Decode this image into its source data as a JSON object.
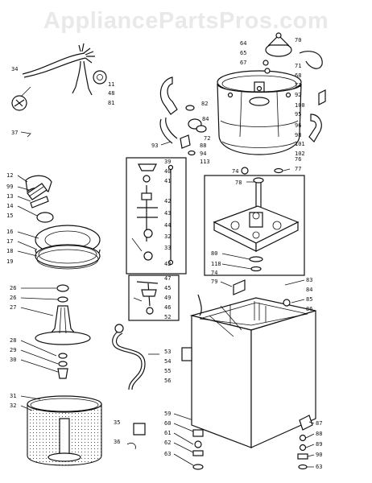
{
  "watermark": "AppliancePartsPros.com",
  "callouts": {
    "top_left": [
      "34",
      "37",
      "11",
      "48",
      "81"
    ],
    "left_column": [
      "12",
      "99",
      "13",
      "14",
      "15",
      "16",
      "17",
      "18",
      "19"
    ],
    "agitator": [
      "26",
      "26",
      "27",
      "28",
      "29",
      "30"
    ],
    "basket": [
      "31",
      "32"
    ],
    "center_panel": [
      "39",
      "40",
      "41",
      "42",
      "43",
      "44",
      "32",
      "33",
      "42",
      "47",
      "45",
      "49",
      "46",
      "52"
    ],
    "hose": [
      "53",
      "54",
      "55",
      "56"
    ],
    "lower_center": [
      "35",
      "36",
      "59",
      "60",
      "61",
      "62",
      "63"
    ],
    "tub_top": [
      "64",
      "65",
      "70",
      "67",
      "68",
      "71",
      "73",
      "92",
      "100",
      "95",
      "96",
      "98",
      "101",
      "102"
    ],
    "tub_left": [
      "93",
      "82",
      "84",
      "72",
      "88",
      "94",
      "113"
    ],
    "transmission": [
      "74",
      "78",
      "76",
      "77",
      "80",
      "118",
      "74"
    ],
    "cabinet": [
      "79",
      "83",
      "84",
      "85",
      "86"
    ],
    "right_lower": [
      "87",
      "88",
      "89",
      "90",
      "63"
    ]
  }
}
